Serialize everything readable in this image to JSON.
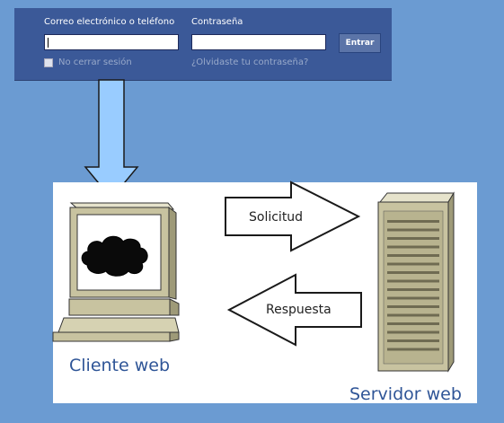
{
  "login": {
    "email_label": "Correo electrónico o teléfono",
    "password_label": "Contraseña",
    "submit_label": "Entrar",
    "remember_label": "No cerrar sesión",
    "forgot_label": "¿Olvidaste tu contraseña?"
  },
  "diagram": {
    "request_label": "Solicitud",
    "response_label": "Respuesta",
    "client_label": "Cliente web",
    "server_label": "Servidor web"
  },
  "colors": {
    "background": "#6b9bd2",
    "login_bar": "#3b5998",
    "arrow_fill": "#99ccff",
    "device_fill": "#c8c3a0",
    "label_blue": "#2f5597"
  }
}
